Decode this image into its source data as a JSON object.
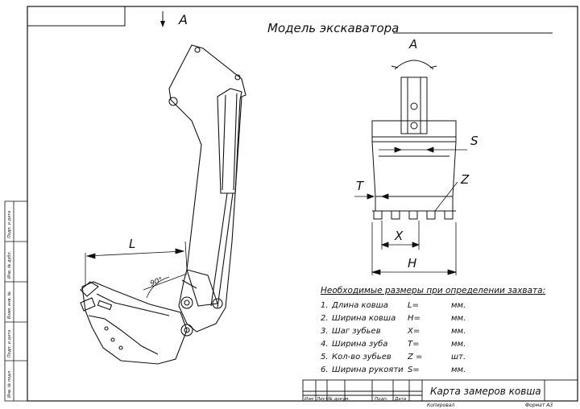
{
  "header": {
    "view_marker": "A",
    "model_label": "Модель экскаватора"
  },
  "front_view": {
    "label_A": "A",
    "dims": {
      "S": "S",
      "T": "T",
      "Z": "Z",
      "X": "X",
      "H": "H"
    }
  },
  "side_view": {
    "dim_L": "L",
    "angle": "90°"
  },
  "requirements": {
    "title": "Необходимые размеры при определении захвата:",
    "rows": [
      {
        "num": "1.",
        "name": "Длина ковша",
        "field": "L=",
        "unit": "мм."
      },
      {
        "num": "2.",
        "name": "Ширина ковша",
        "field": "H=",
        "unit": "мм."
      },
      {
        "num": "3.",
        "name": "Шаг зубьев",
        "field": "X=",
        "unit": "мм."
      },
      {
        "num": "4.",
        "name": "Ширина зуба",
        "field": "T=",
        "unit": "мм."
      },
      {
        "num": "5.",
        "name": "Кол-во зубьев",
        "field": "Z =",
        "unit": "шт."
      },
      {
        "num": "6.",
        "name": "Ширина рукояти",
        "field": "S=",
        "unit": "мм."
      }
    ]
  },
  "title_block": {
    "title": "Карта замеров ковша",
    "columns": [
      "Изм",
      "Лист",
      "№ докум.",
      "Подп.",
      "Дата"
    ],
    "copied": "Копировал",
    "format": "Формат A3"
  },
  "side_stamp": {
    "cells": [
      "Подп. и дата",
      "Инв. № дубл.",
      "Взам. инв. №",
      "Подп. и дата",
      "Инв. № подл."
    ]
  }
}
